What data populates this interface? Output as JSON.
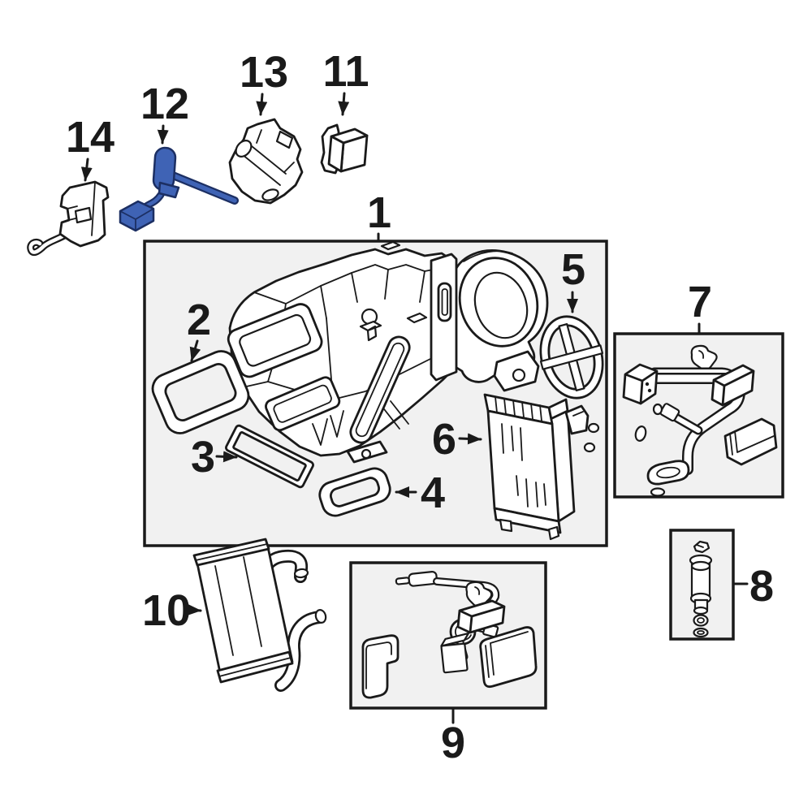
{
  "figure": {
    "callouts": {
      "c1": "1",
      "c2": "2",
      "c3": "3",
      "c4": "4",
      "c5": "5",
      "c6": "6",
      "c7": "7",
      "c8": "8",
      "c9": "9",
      "c10": "10",
      "c11": "11",
      "c12": "12",
      "c13": "13",
      "c14": "14"
    },
    "colors": {
      "background": "#ffffff",
      "line": "#1a1a1a",
      "panel-fill": "#f1f1f1",
      "highlight-fill": "#3f63b5",
      "highlight-stroke": "#1c2f63"
    }
  }
}
